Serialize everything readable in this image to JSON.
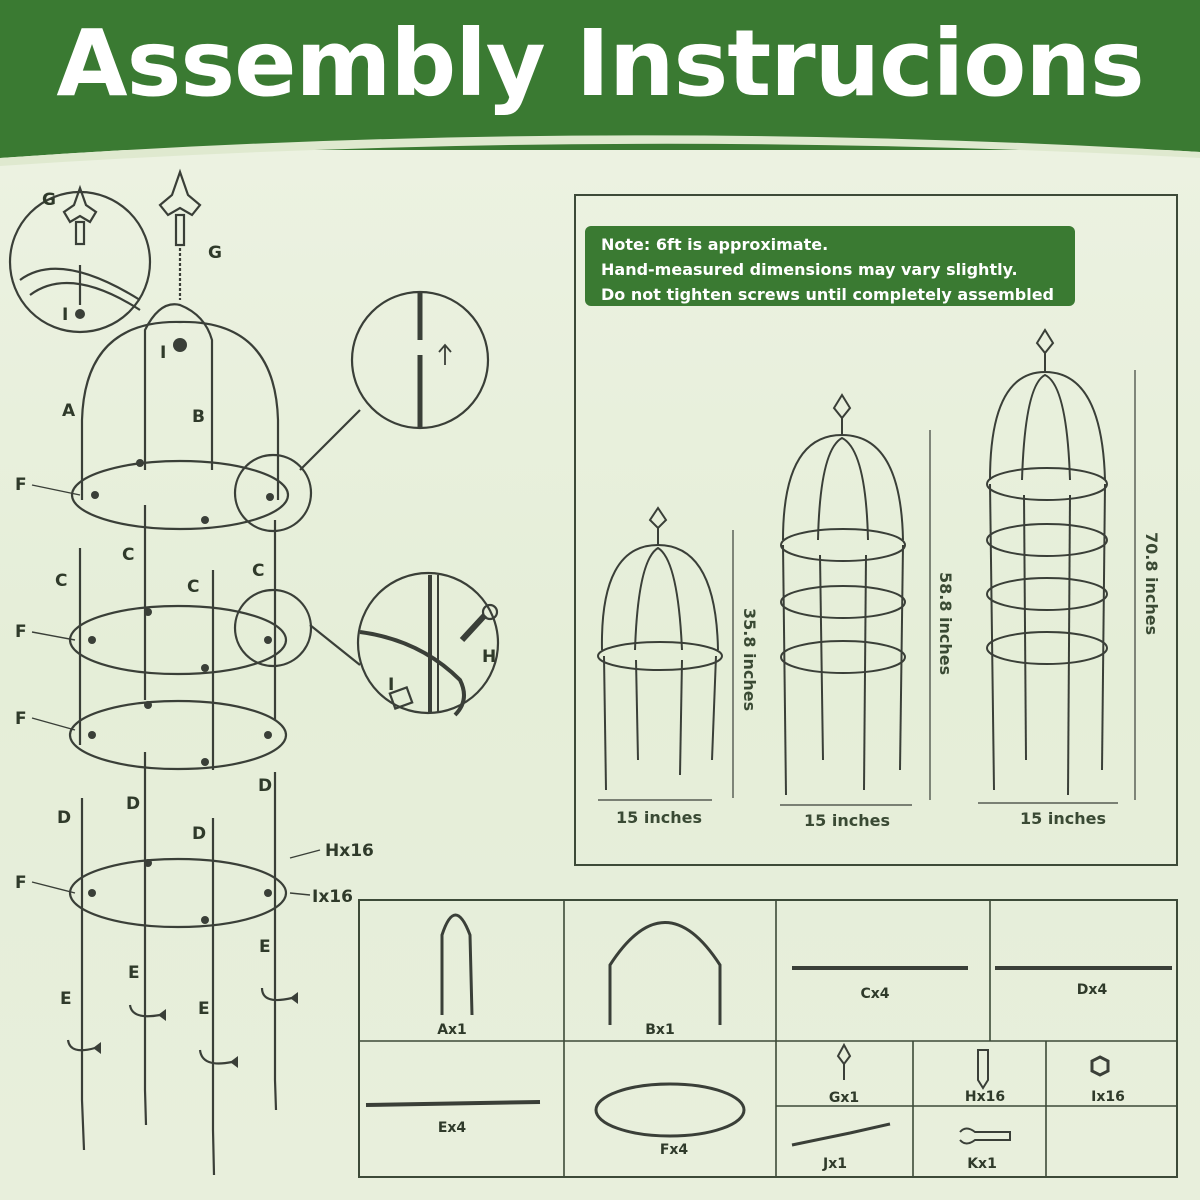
{
  "header": {
    "title": "Assembly Instrucions"
  },
  "note": {
    "lines": [
      "Note: 6ft is approximate.",
      "Hand-measured dimensions may vary slightly.",
      "Do not tighten screws until completely assembled"
    ]
  },
  "callouts": {
    "g": "G",
    "i": "I",
    "a": "A",
    "b": "B",
    "c": "C",
    "d": "D",
    "e": "E",
    "f": "F",
    "h": "H",
    "h16": "Hx16",
    "i16": "Ix16"
  },
  "sizes": {
    "small": {
      "height": "35.8 inches",
      "width": "15 inches"
    },
    "medium": {
      "height": "58.8 inches",
      "width": "15 inches"
    },
    "large": {
      "height": "70.8 inches",
      "width": "15 inches"
    }
  },
  "parts": [
    {
      "id": "A",
      "label": "Ax1"
    },
    {
      "id": "B",
      "label": "Bx1"
    },
    {
      "id": "C",
      "label": "Cx4"
    },
    {
      "id": "D",
      "label": "Dx4"
    },
    {
      "id": "E",
      "label": "Ex4"
    },
    {
      "id": "F",
      "label": "Fx4"
    },
    {
      "id": "G",
      "label": "Gx1"
    },
    {
      "id": "H",
      "label": "Hx16"
    },
    {
      "id": "I",
      "label": "Ix16"
    },
    {
      "id": "J",
      "label": "Jx1"
    },
    {
      "id": "K",
      "label": "Kx1"
    }
  ]
}
